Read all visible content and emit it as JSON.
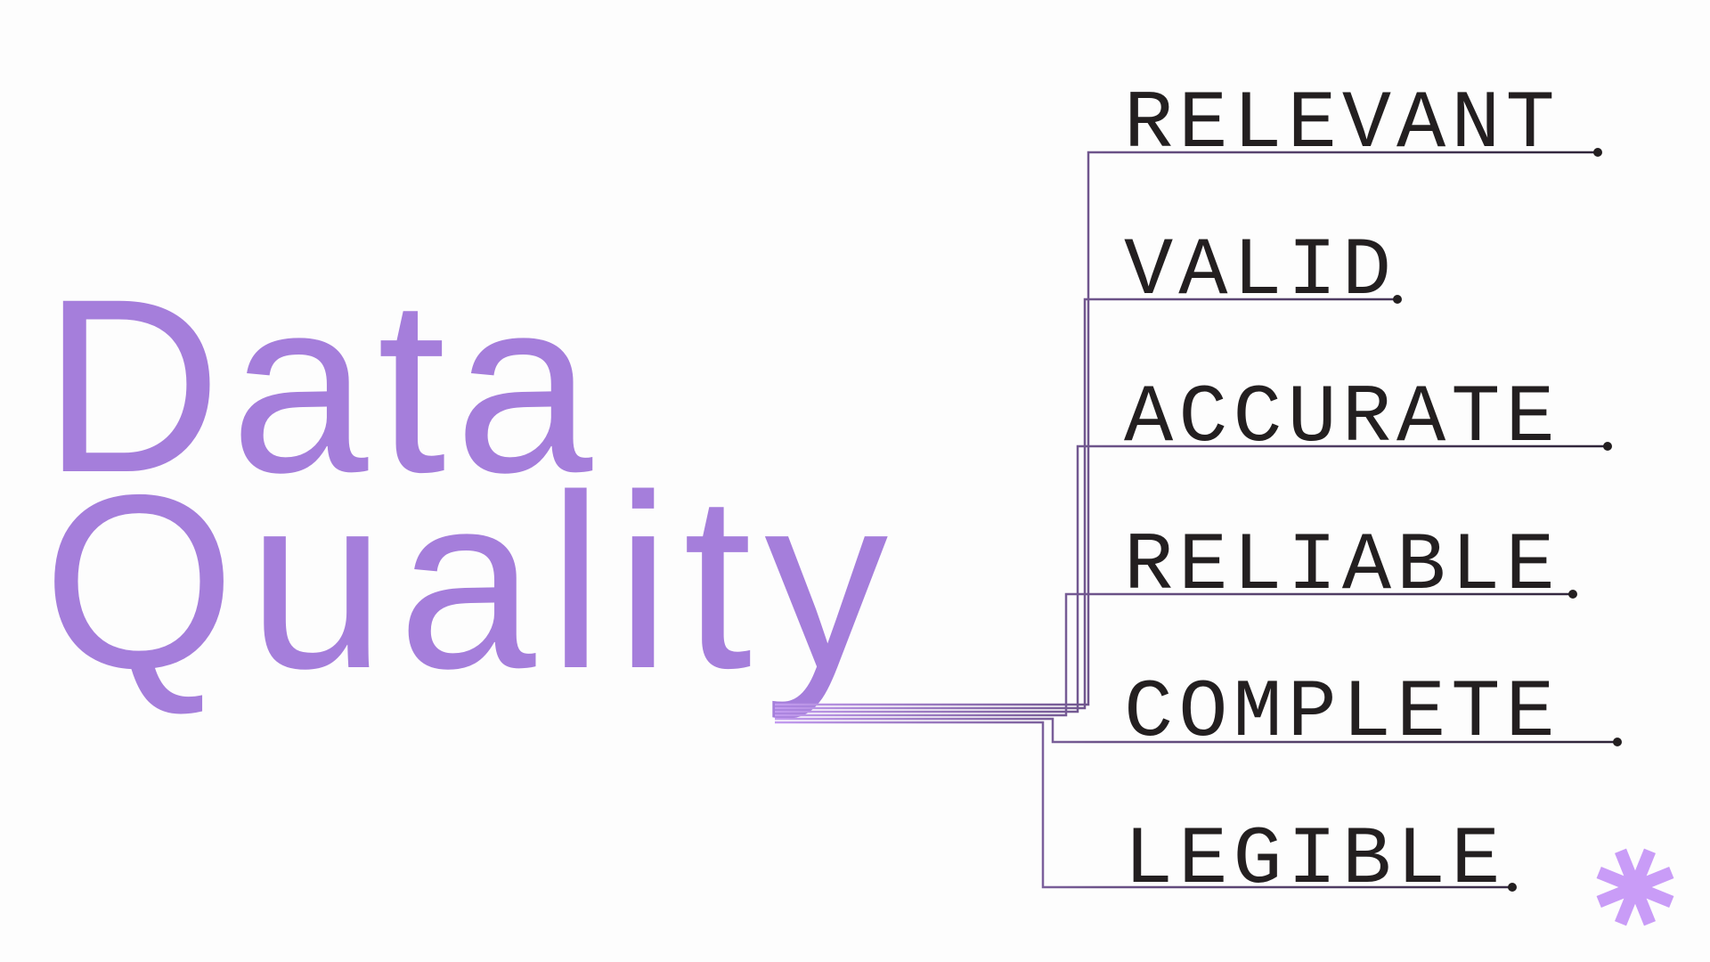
{
  "title": {
    "line1": "Data",
    "line2": "Quality"
  },
  "attributes": [
    {
      "label": "RELEVANT"
    },
    {
      "label": "VALID"
    },
    {
      "label": "ACCURATE"
    },
    {
      "label": "RELIABLE"
    },
    {
      "label": "COMPLETE"
    },
    {
      "label": "LEGIBLE"
    }
  ],
  "decoration": {
    "icon": "asterisk-icon"
  },
  "colors": {
    "title": "#a57edb",
    "text": "#231f20",
    "line_start": "#c39cf0",
    "line_end": "#3d2d50",
    "asterisk": "#c99cf7"
  }
}
